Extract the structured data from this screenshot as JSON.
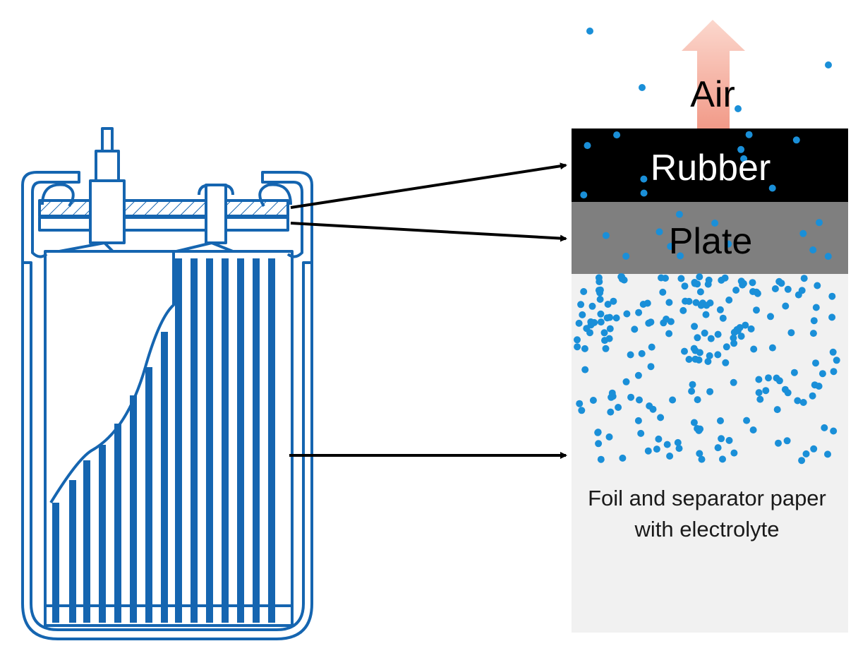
{
  "diagram": {
    "layers": {
      "air": "Air",
      "rubber": "Rubber",
      "plate": "Plate",
      "foil": "Foil and separator paper with electrolyte"
    },
    "colors": {
      "capacitor_line": "#1565b0",
      "rubber": "#000000",
      "plate": "#7f7f7f",
      "foil_region": "#f1f1f1",
      "particle": "#1a8fd8",
      "arrow_up": "#f4a393",
      "connector": "#000000"
    },
    "icons": {
      "capacitor": "capacitor-cutaway-icon",
      "evaporation": "arrow-up-icon"
    }
  }
}
